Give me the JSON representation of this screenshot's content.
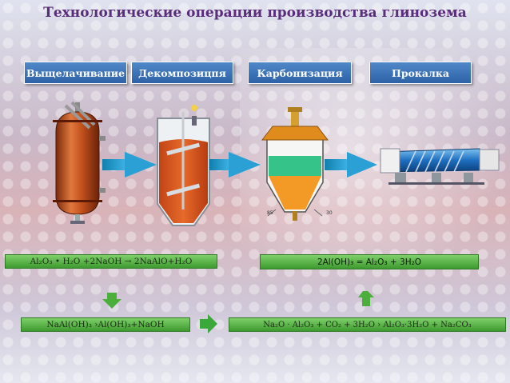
{
  "title": "Технологические операции производства глинозема",
  "stages": [
    {
      "label": "Выщелачивание"
    },
    {
      "label": "Декомпозицпя"
    },
    {
      "label": "Карбонизация"
    },
    {
      "label": "Прокалка"
    }
  ],
  "equations": {
    "leaching": "Al₂O₃ • H₂O +2NaOH → 2NaAlO+H₂O",
    "calcination": "2Al(OH)₃ = Al₂O₃ + 3H₂O",
    "decomposition": "NaAl(OH)₃ ›Al(OH)₃+NaOH",
    "carbonization": "Na₂O · Al₂O₃ + CO₂ + 3H₂O › Al₂O₃·3H₂O + Na₂CO₃"
  },
  "carbonizer_labels": {
    "left": "85",
    "right": "30"
  },
  "colors": {
    "title": "#5a2d7a",
    "stage_button": "#3a6fb3",
    "equation_box": "#5cb84a",
    "flow_arrow": "#1a8fc0",
    "green_arrow": "#3aa83a",
    "vessel_copper": "#c2501c",
    "vessel_orange": "#e8861f",
    "kiln_blue": "#1d6fc0"
  }
}
